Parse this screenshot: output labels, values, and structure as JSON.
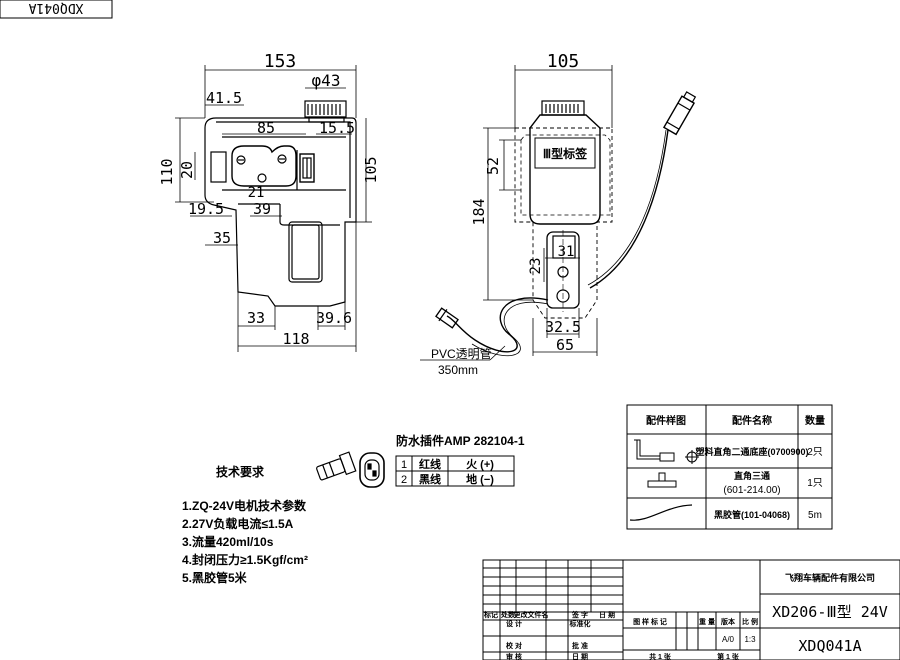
{
  "corner_code": "XDQ041A",
  "left_view": {
    "dims": {
      "width_top": "153",
      "cap_dia": "φ43",
      "offset_41": "41.5",
      "d85": "85",
      "d15": "15.5",
      "h110": "110",
      "h20": "20",
      "h105": "105",
      "d21": "21",
      "d19": "19.5",
      "d39": "39",
      "d35": "35",
      "d33": "33",
      "d39_6": "39.6",
      "d118": "118"
    }
  },
  "right_view": {
    "label_tag": "Ⅲ型标签",
    "dims": {
      "w105": "105",
      "h52": "52",
      "h184": "184",
      "d31": "31",
      "d23": "23",
      "d32": "32.5",
      "d65": "65"
    },
    "tube_label": "PVC透明管",
    "tube_length": "350mm"
  },
  "connector": {
    "title": "防水插件AMP 282104-1",
    "rows": [
      {
        "no": "1",
        "color": "红线",
        "role": "火 (+)"
      },
      {
        "no": "2",
        "color": "黑线",
        "role": "地 (−)"
      }
    ]
  },
  "tech": {
    "heading": "技术要求",
    "items": [
      "1.ZQ-24V电机技术参数",
      "2.27V负载电流≤1.5A",
      "3.流量420ml/10s",
      "4.封闭压力≥1.5Kgf/cm²",
      "5.黑胶管5米"
    ]
  },
  "parts_table": {
    "headers": [
      "配件样图",
      "配件名称",
      "数量"
    ],
    "rows": [
      {
        "name": "塑料直角二通底座(0700900)",
        "qty": "2只"
      },
      {
        "name": "直角三通\n(601-214.00)",
        "name_line1": "直角三通",
        "name_line2": "(601-214.00)",
        "qty": "1只"
      },
      {
        "name": "黑胶管(101-04068)",
        "qty": "5m"
      }
    ]
  },
  "title_block": {
    "company": "飞翔车辆配件有限公司",
    "model": "XD206-Ⅲ型 24V",
    "code": "XDQ041A",
    "scale_label": "比 例",
    "scale": "1:3",
    "version_label": "版本",
    "version": "A/0",
    "weight_label": "重 量",
    "sample_label": "图 样 标 记",
    "sheet_label": "共  1  张",
    "sheet_of": "第  1  张",
    "rev_headers": [
      "标记",
      "处数",
      "更改文件名",
      "签 字",
      "日 期"
    ],
    "roles": [
      "设 计",
      "校 对",
      "审 核"
    ],
    "roles2": [
      "标准化",
      "批 准",
      "日 期"
    ]
  }
}
